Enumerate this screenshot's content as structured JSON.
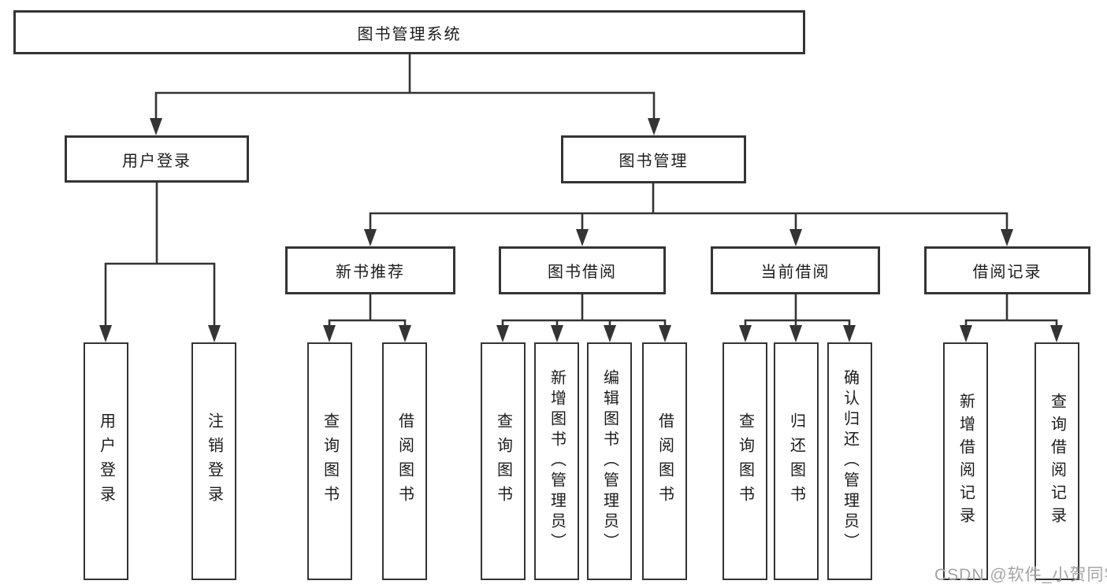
{
  "tree": {
    "root": {
      "label": "图书管理系统"
    },
    "branches": [
      {
        "label": "用户登录",
        "children": [
          {
            "label": "用户登录"
          },
          {
            "label": "注销登录"
          }
        ]
      },
      {
        "label": "图书管理",
        "sections": [
          {
            "label": "新书推荐",
            "children": [
              {
                "label": "查询图书"
              },
              {
                "label": "借阅图书"
              }
            ]
          },
          {
            "label": "图书借阅",
            "children": [
              {
                "label": "查询图书"
              },
              {
                "label": "新增图书（管理员）"
              },
              {
                "label": "编辑图书（管理员）"
              },
              {
                "label": "借阅图书"
              }
            ]
          },
          {
            "label": "当前借阅",
            "children": [
              {
                "label": "查询图书"
              },
              {
                "label": "归还图书"
              },
              {
                "label": "确认归还（管理员）"
              }
            ]
          },
          {
            "label": "借阅记录",
            "children": [
              {
                "label": "新增借阅记录"
              },
              {
                "label": "查询借阅记录"
              }
            ]
          }
        ]
      }
    ]
  },
  "watermark": {
    "text": "CSDN @软件_小贺同学"
  },
  "colors": {
    "line": "#343434",
    "text": "#1c1c1c",
    "watermark": "#a3a3a3",
    "background": "#ffffff"
  }
}
